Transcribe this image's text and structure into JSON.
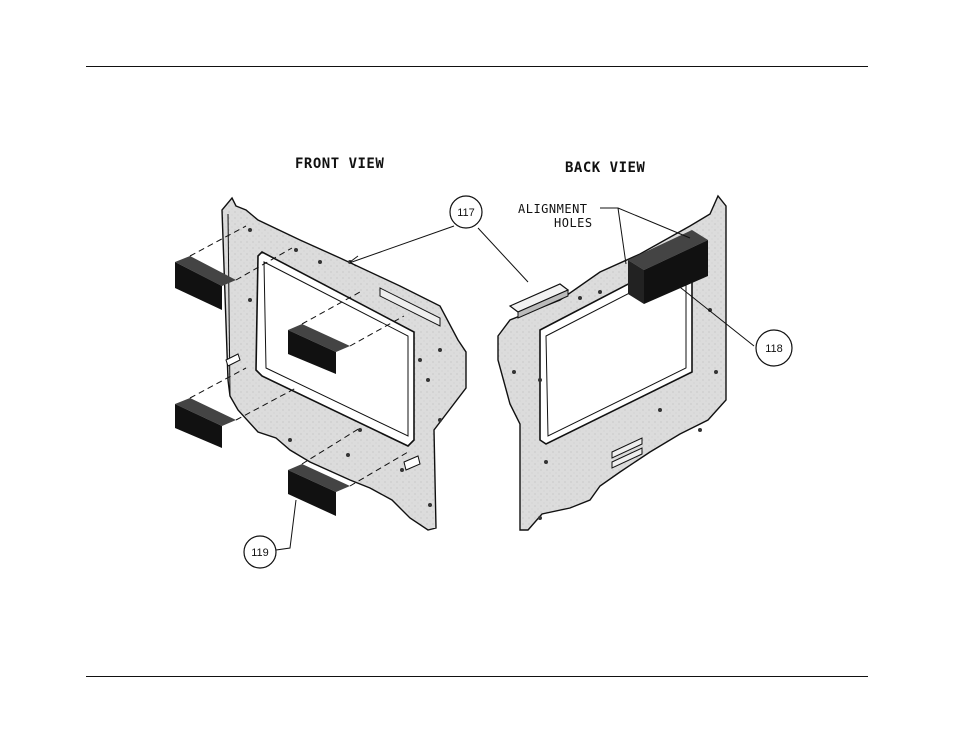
{
  "views": {
    "front_title": "FRONT VIEW",
    "back_title": "BACK VIEW"
  },
  "annotations": {
    "alignment_line1": "ALIGNMENT",
    "alignment_line2": "HOLES"
  },
  "callouts": {
    "c117": "117",
    "c118": "118",
    "c119": "119"
  },
  "colors": {
    "plate_fill": "#d9d9d9",
    "block_fill": "#111111",
    "line": "#111111"
  }
}
